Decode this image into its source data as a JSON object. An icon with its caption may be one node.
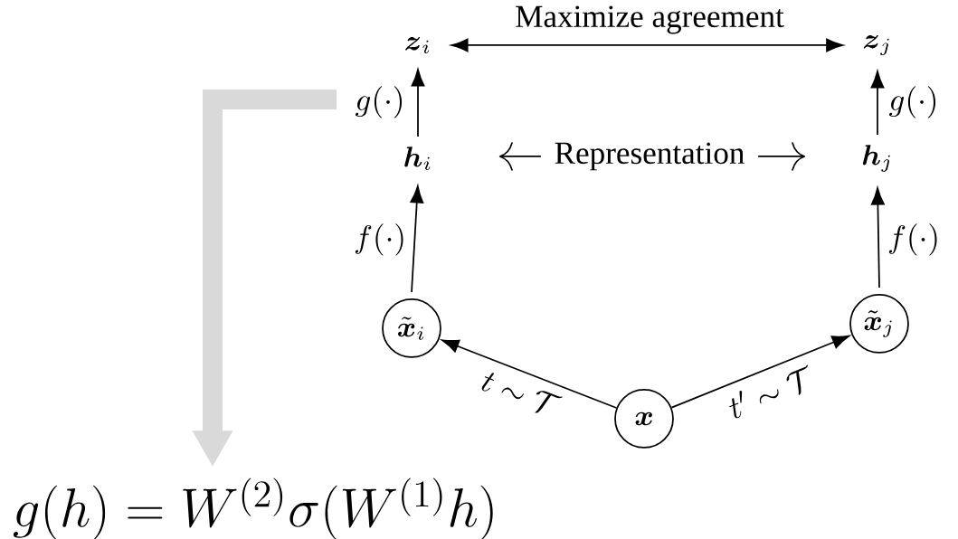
{
  "diagram": {
    "nodes": [
      {
        "text": [
          "\\boldsymbol{z}_i"
        ]
      },
      {
        "text": [
          "\\boldsymbol{z}_j"
        ]
      },
      {
        "text": [
          "\\boldsymbol{h}_i"
        ]
      },
      {
        "text": [
          "\\boldsymbol{h}_j"
        ]
      },
      {
        "text": [
          "\\tilde{\\boldsymbol{x}}_i"
        ]
      },
      {
        "text": [
          "\\tilde{\\boldsymbol{x}}_j"
        ]
      },
      {
        "text": [
          "\\boldsymbol{x}"
        ]
      },
      {
        "text": [
          "g(h) = W^{(2)}\\sigma(W^{(1)}h)"
        ]
      }
    ],
    "edges": [
      {
        "from": 6,
        "to": 4,
        "arrow": "to",
        "label": "t \\sim \\mathcal{T}"
      },
      {
        "from": 6,
        "to": 5,
        "arrow": "to",
        "label": "t' \\sim \\mathcal{T}"
      },
      {
        "from": 4,
        "to": 2,
        "arrow": "to",
        "label": "f(\\cdot)"
      },
      {
        "from": 5,
        "to": 3,
        "arrow": "to",
        "label": "f(\\cdot)"
      },
      {
        "from": 2,
        "to": 0,
        "arrow": "to",
        "label": "g(\\cdot)"
      },
      {
        "from": 3,
        "to": 1,
        "arrow": "to",
        "label": "g(\\cdot)"
      },
      {
        "from": 0,
        "to": 1,
        "arrow": "both",
        "label": "Maximize agreement"
      },
      {
        "from": null,
        "to": 7,
        "arrow": "to",
        "style": "thick",
        "color": "#d9d9d9"
      }
    ],
    "labels": [
      "Representation"
    ]
  }
}
